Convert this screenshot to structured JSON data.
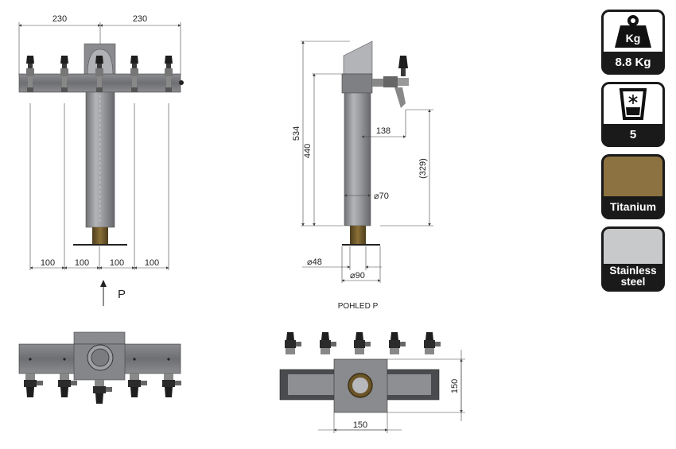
{
  "dimensions": {
    "front_top_left": "230",
    "front_top_right": "230",
    "front_spacing": [
      "100",
      "100",
      "100",
      "100"
    ],
    "side_total_height": "534",
    "side_tower_height": "440",
    "side_tap_reach": "138",
    "side_tap_height": "(329)",
    "side_column_dia": "⌀70",
    "side_thread_dia": "⌀48",
    "side_flange_dia": "⌀90",
    "top_depth": "150",
    "top_width": "150"
  },
  "labels": {
    "view_arrow": "P",
    "view_caption": "POHLED P"
  },
  "badges": {
    "weight": {
      "icon_text": "Kg",
      "value": "8.8 Kg"
    },
    "taps": {
      "value": "5"
    },
    "finish_titanium": {
      "value": "Titanium",
      "color": "#8c7240"
    },
    "finish_steel": {
      "value": "Stainless steel",
      "color": "#c8c9cb"
    }
  },
  "colors": {
    "metal": "#8e8f92",
    "brass": "#7a6330",
    "badge_dark": "#1a1a1a"
  }
}
